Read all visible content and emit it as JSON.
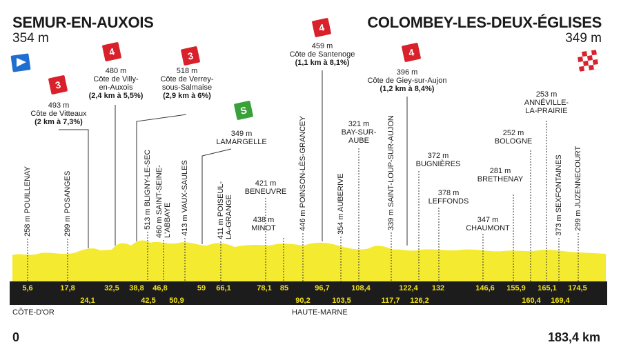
{
  "start": {
    "name": "SEMUR-EN-AUXOIS",
    "altitude": "354 m",
    "km": "0"
  },
  "finish": {
    "name": "COLOMBEY-LES-DEUX-ÉGLISES",
    "altitude": "349 m",
    "km": "183,4 km"
  },
  "regions": [
    "CÔTE-D'OR",
    "HAUTE-MARNE"
  ],
  "climbs": [
    {
      "category": "3",
      "altitude": "493 m",
      "name": "Côte de Vitteaux",
      "detail": "(2 km à 7,3%)"
    },
    {
      "category": "4",
      "altitude": "480 m",
      "name": "Côte de Villy-\nen-Auxois",
      "detail": "(2,4 km à 5,5%)"
    },
    {
      "category": "3",
      "altitude": "518 m",
      "name": "Côte de Verrey-\nsous-Salmaise",
      "detail": "(2,9 km à 6%)"
    },
    {
      "category": "4",
      "altitude": "459 m",
      "name": "Côte de Santenoge",
      "detail": "(1,1 km à 8,1%)"
    },
    {
      "category": "4",
      "altitude": "396 m",
      "name": "Côte de Giey-sur-Aujon",
      "detail": "(1,2 km à 8,4%)"
    }
  ],
  "sprint": {
    "symbol": "S",
    "altitude": "349 m",
    "name": "LAMARGELLE"
  },
  "vertical_places": [
    "258 m POUILLENAY",
    "299 m POSANGES",
    "513 m BLIGNY-LE-SEC",
    "460 m SAINT-SEINE-\nL'ABBAYE",
    "413 m VAUX-SAULES",
    "411 m POISEUL-\nLA-GRANGE",
    "446 m POINSON-LÈS-GRANCEY",
    "354 m AUBERIVE",
    "339 m SAINT-LOUP-SUR-AUJON",
    "373 m SEXFONTAINES",
    "299 m JUZENNECOURT"
  ],
  "places": [
    {
      "altitude": "421 m",
      "name": "BENEUVRE"
    },
    {
      "altitude": "438 m",
      "name": "MINOT"
    },
    {
      "altitude": "321 m",
      "name": "BAY-SUR-\nAUBE"
    },
    {
      "altitude": "372 m",
      "name": "BUGNIÈRES"
    },
    {
      "altitude": "378 m",
      "name": "LEFFONDS"
    },
    {
      "altitude": "347 m",
      "name": "CHAUMONT"
    },
    {
      "altitude": "281 m",
      "name": "BRETHENAY"
    },
    {
      "altitude": "252 m",
      "name": "BOLOGNE"
    },
    {
      "altitude": "253 m",
      "name": "ANNÉVILLE-\nLA-PRAIRIE"
    }
  ],
  "km_top": [
    "5,6",
    "17,8",
    "32,5",
    "38,8",
    "46,8",
    "59",
    "66,1",
    "78,1",
    "85",
    "96,7",
    "108,4",
    "122,4",
    "132",
    "146,6",
    "155,9",
    "165,1",
    "174,5"
  ],
  "km_bottom": [
    "24,1",
    "42,5",
    "50,9",
    "90,2",
    "103,5",
    "117,7",
    "126,2",
    "160,4",
    "169,4"
  ],
  "colors": {
    "profile": "#f4ea30",
    "band": "#1c1c1c",
    "km_text": "#f2e31b",
    "badge_red": "#d8212a",
    "sprint_green": "#3aa13a",
    "start_flag": "#1f6fd1"
  }
}
